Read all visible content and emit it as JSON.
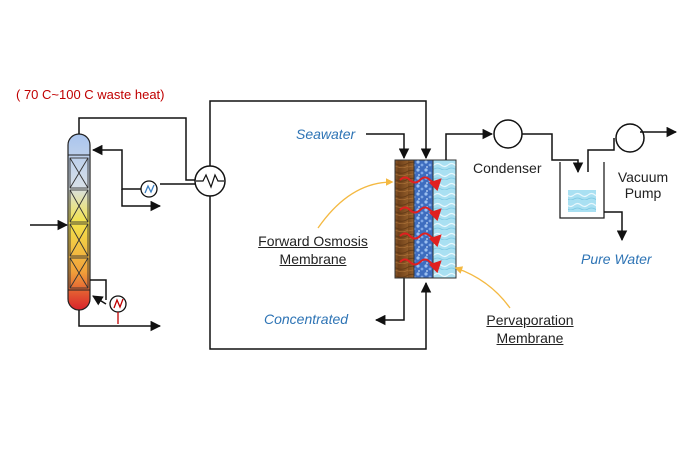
{
  "heat_label": "( 70 C~100 C waste heat)",
  "labels": {
    "seawater": "Seawater",
    "condenser": "Condenser",
    "vacuum_pump_line1": "Vacuum",
    "vacuum_pump_line2": "Pump",
    "fo_line1": "Forward Osmosis",
    "fo_line2": "Membrane",
    "pure_water": "Pure Water",
    "concentrated": "Concentrated",
    "pv_line1": "Pervaporation",
    "pv_line2": "Membrane"
  },
  "colors": {
    "label_blue": "#2E74B5",
    "heat_red": "#C00000",
    "column_top": "#9FB8E6",
    "column_mid": "#F5E24A",
    "column_bottom": "#D9252A",
    "fo_membrane": "#8B5A2B",
    "draw_solution": "#4A78C8",
    "pv_membrane": "#A8DCEF",
    "permeate_arrows": "#E02020",
    "callout_line": "#F4B942"
  }
}
